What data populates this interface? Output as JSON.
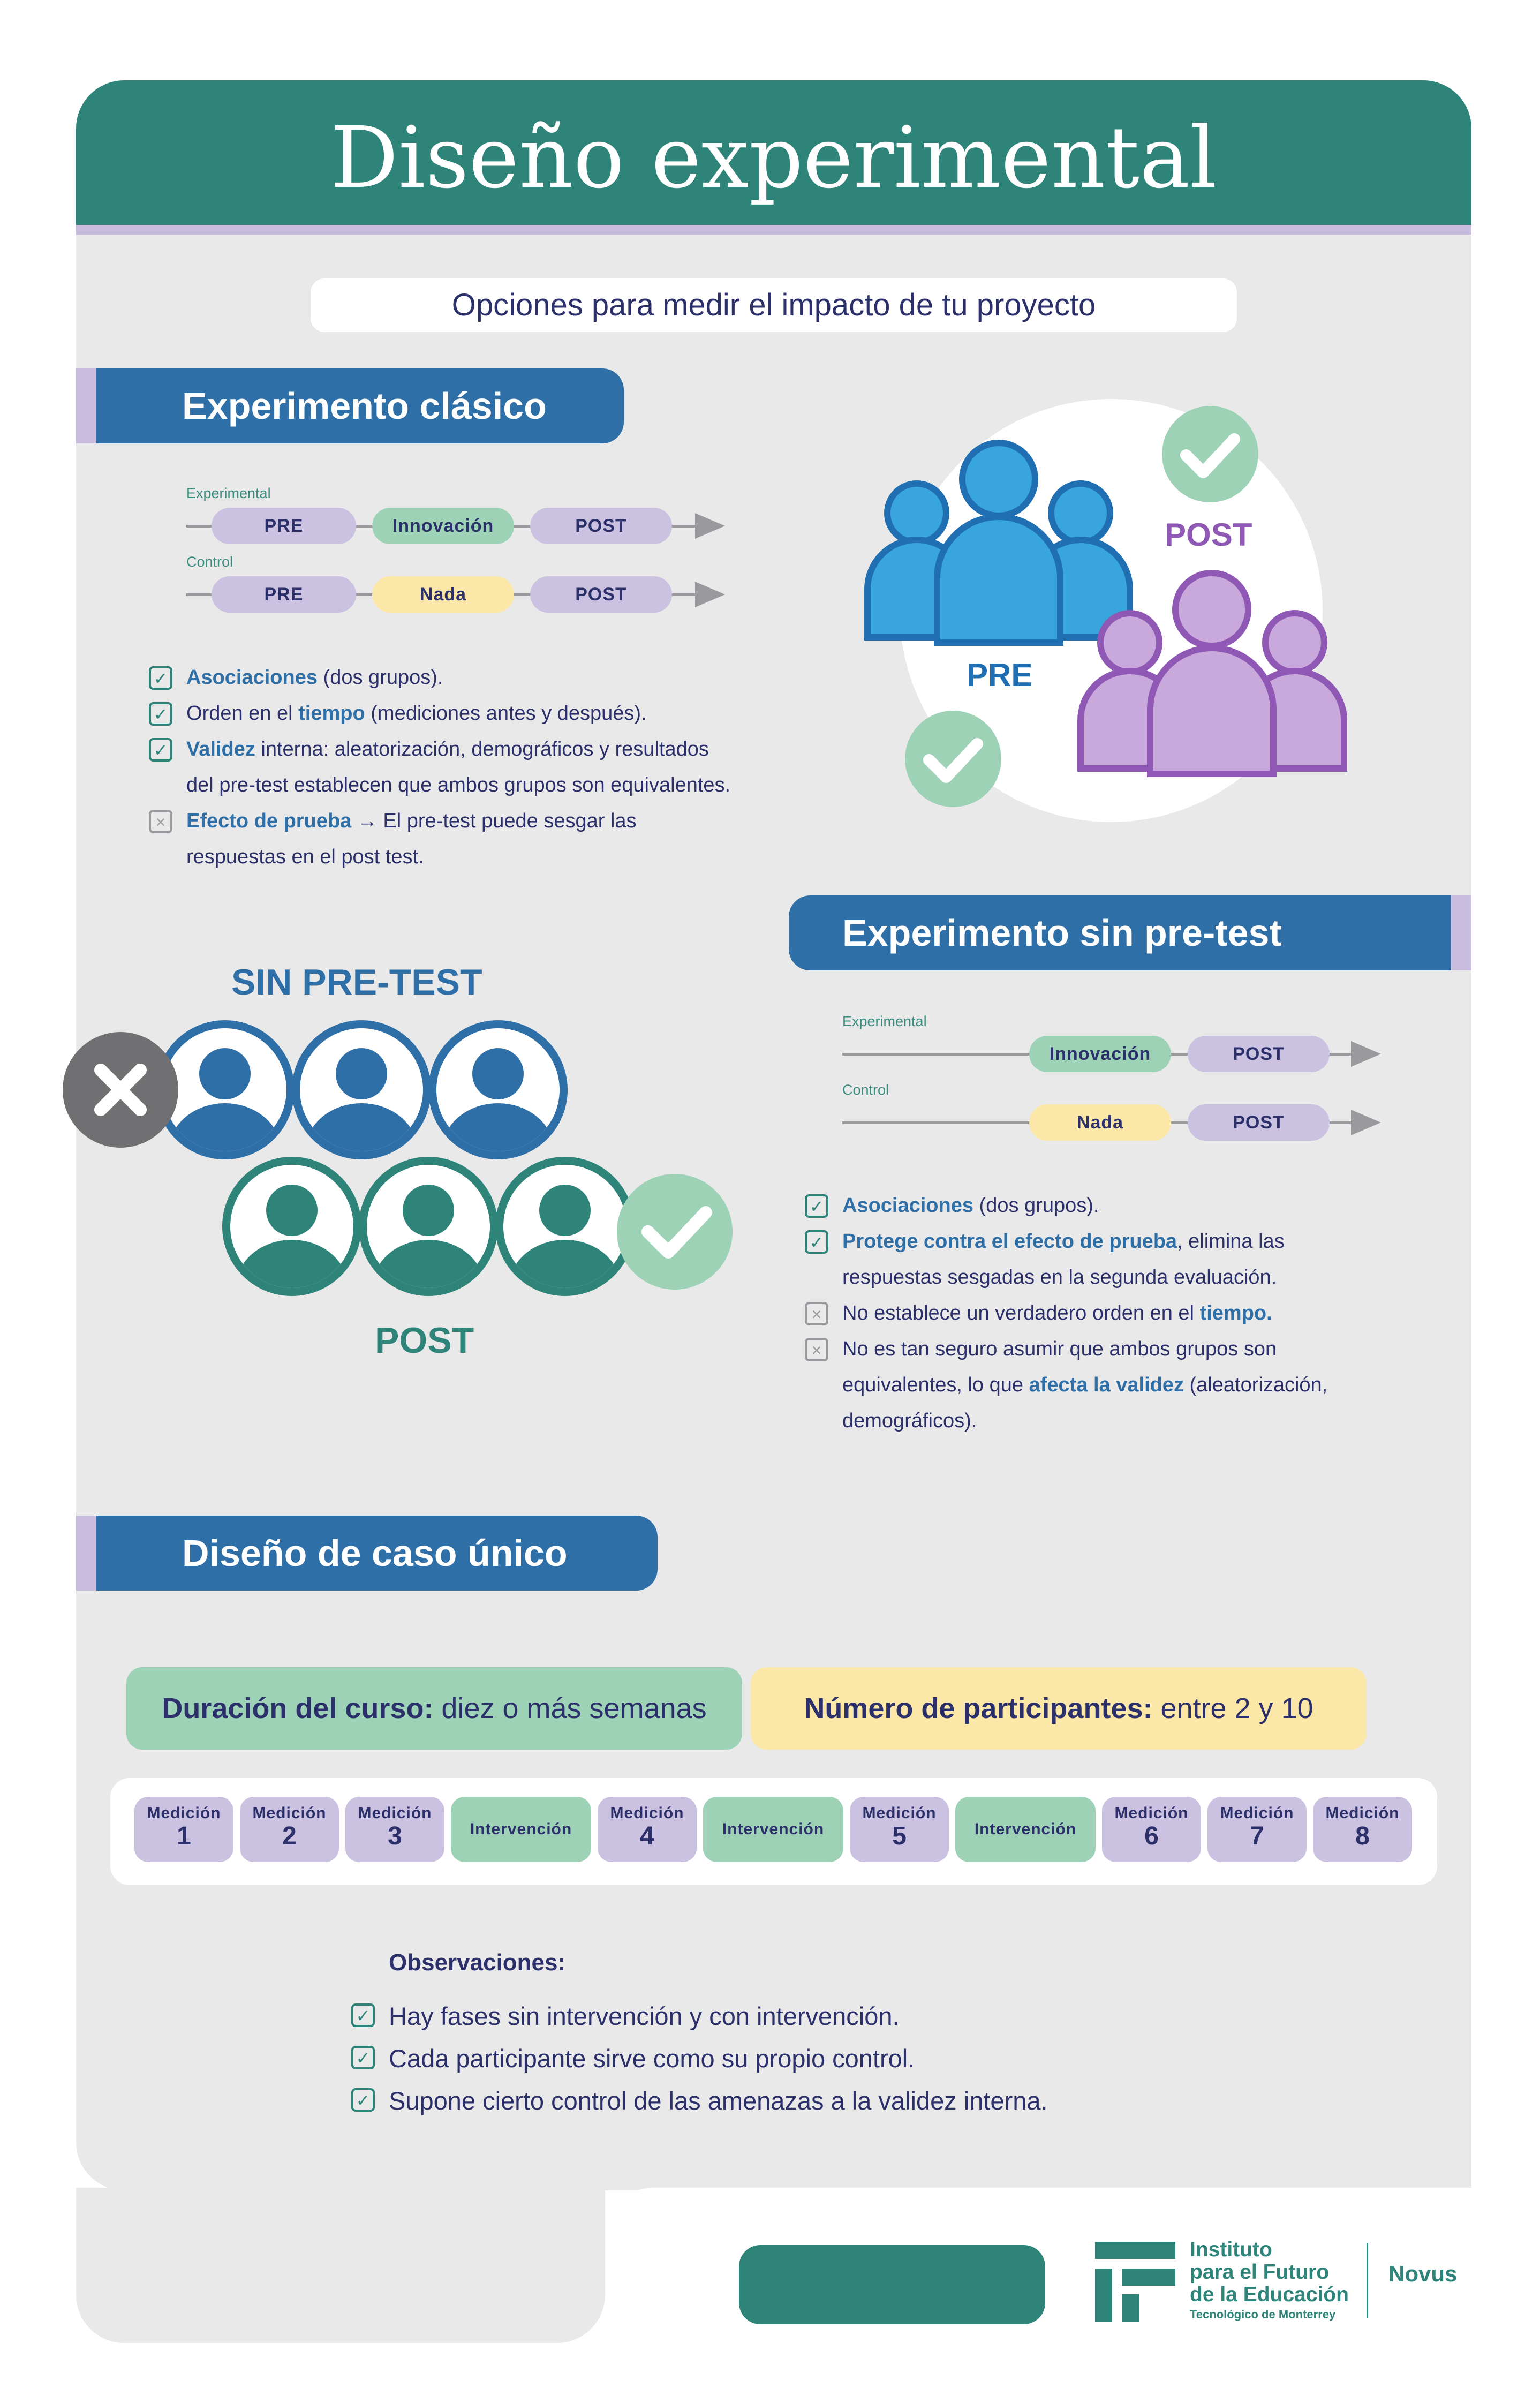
{
  "header": {
    "title": "Diseño experimental",
    "subtitle": "Opciones para medir el impacto de tu proyecto"
  },
  "colors": {
    "teal": "#2e8479",
    "blue": "#2f6fa7",
    "lavender": "#cbc1e0",
    "mint": "#9dd2b6",
    "sand": "#fbe7a8",
    "navy": "#2b2f6a"
  },
  "classic": {
    "heading": "Experimento clásico",
    "experimental_label": "Experimental",
    "control_label": "Control",
    "exp_pills": [
      "PRE",
      "Innovación",
      "POST"
    ],
    "ctrl_pills": [
      "PRE",
      "Nada",
      "POST"
    ],
    "items": [
      {
        "type": "check",
        "strong": "Asociaciones",
        "rest": " (dos grupos)."
      },
      {
        "type": "check",
        "pre": "Orden en el ",
        "strong": "tiempo",
        "rest": " (mediciones antes y después)."
      },
      {
        "type": "check",
        "strong": "Validez",
        "rest": " interna: aleatorización, demográficos y resultados"
      },
      {
        "type": "cont",
        "rest": "del pre-test establecen que ambos grupos son equivalentes."
      },
      {
        "type": "cross",
        "strong": "Efecto de prueba",
        "rest": " → El pre-test puede sesgar las"
      },
      {
        "type": "cont",
        "rest": "respuestas en el post test."
      }
    ],
    "illustration": {
      "pre_label": "PRE",
      "post_label": "POST",
      "icons": [
        "users-group-icon",
        "check-circle-icon"
      ]
    }
  },
  "no_pretest": {
    "heading": "Experimento sin pre-test",
    "experimental_label": "Experimental",
    "control_label": "Control",
    "exp_pills": [
      "Innovación",
      "POST"
    ],
    "ctrl_pills": [
      "Nada",
      "POST"
    ],
    "items": [
      {
        "type": "check",
        "strong": "Asociaciones",
        "rest": " (dos grupos)."
      },
      {
        "type": "check",
        "strong": "Protege contra el efecto de prueba",
        "rest": ", elimina las"
      },
      {
        "type": "cont",
        "rest": "respuestas sesgadas en la segunda evaluación."
      },
      {
        "type": "cross",
        "pre": "No establece un verdadero orden en el ",
        "strong": "tiempo.",
        "rest": ""
      },
      {
        "type": "cross",
        "pre": "",
        "strong": "",
        "rest": "No es tan seguro asumir que ambos grupos son"
      },
      {
        "type": "cont",
        "pre": "equivalentes, lo que ",
        "strong": "afecta la validez",
        "rest": " (aleatorización,"
      },
      {
        "type": "cont",
        "rest": "demográficos)."
      }
    ],
    "illustration": {
      "top_label": "SIN PRE-TEST",
      "bottom_label": "POST"
    }
  },
  "single_case": {
    "heading": "Diseño de caso único",
    "duration_strong": "Duración del curso:",
    "duration_rest": " diez o más semanas",
    "participants_strong": "Número de participantes:",
    "participants_rest": " entre 2 y 10",
    "sequence": [
      {
        "kind": "m",
        "label": "Medición",
        "num": "1"
      },
      {
        "kind": "m",
        "label": "Medición",
        "num": "2"
      },
      {
        "kind": "m",
        "label": "Medición",
        "num": "3"
      },
      {
        "kind": "i",
        "label": "Intervención"
      },
      {
        "kind": "m",
        "label": "Medición",
        "num": "4"
      },
      {
        "kind": "i",
        "label": "Intervención"
      },
      {
        "kind": "m",
        "label": "Medición",
        "num": "5"
      },
      {
        "kind": "i",
        "label": "Intervención"
      },
      {
        "kind": "m",
        "label": "Medición",
        "num": "6"
      },
      {
        "kind": "m",
        "label": "Medición",
        "num": "7"
      },
      {
        "kind": "m",
        "label": "Medición",
        "num": "8"
      }
    ],
    "obs_title": "Observaciones:",
    "observations": [
      "Hay fases sin intervención y con intervención.",
      "Cada participante sirve como su propio control.",
      "Supone cierto control de las amenazas a la validez interna."
    ]
  },
  "footer": {
    "logo_lines": [
      "Instituto",
      "para el Futuro",
      "de la Educación",
      "Tecnológico de Monterrey"
    ],
    "partner": "Novus"
  }
}
